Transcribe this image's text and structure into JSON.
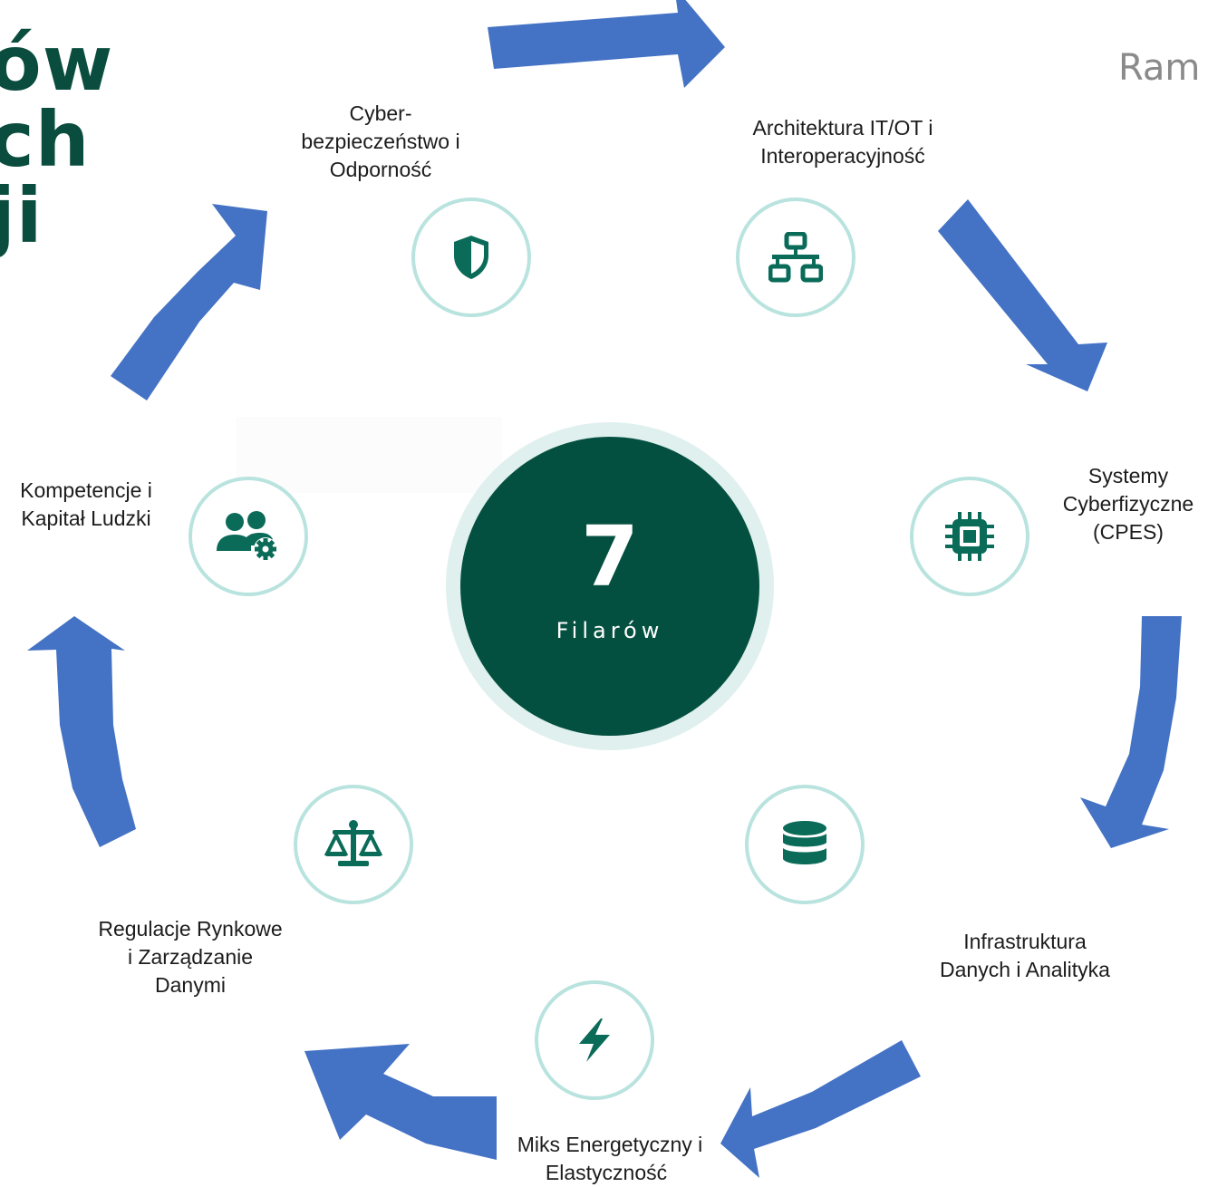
{
  "title_fragment": "ów\nch\nji",
  "subtitle_fragment": "Ram",
  "center": {
    "number": "7",
    "label": "Filarów"
  },
  "pillars": [
    {
      "name": "cybersecurity",
      "label": "Cyber-\nbezpieczeństwo i\nOdporność",
      "icon": "shield-icon"
    },
    {
      "name": "it-ot-architecture",
      "label": "Architektura IT/OT i\nInteroperacyjność",
      "icon": "network-icon"
    },
    {
      "name": "cpes",
      "label": "Systemy\nCyberfizyczne\n(CPES)",
      "icon": "chip-icon"
    },
    {
      "name": "data-infrastructure",
      "label": "Infrastruktura\nDanych i Analityka",
      "icon": "database-icon"
    },
    {
      "name": "energy-mix",
      "label": "Miks Energetyczny i\nElastyczność",
      "icon": "lightning-icon"
    },
    {
      "name": "market-regulation",
      "label": "Regulacje Rynkowe\ni Zarządzanie\nDanymi",
      "icon": "scales-icon"
    },
    {
      "name": "competences",
      "label": "Kompetencje i\nKapitał Ludzki",
      "icon": "people-gear-icon"
    }
  ],
  "colors": {
    "title": "#0a4d3f",
    "center_fill": "#045040",
    "center_ring": "#dff0ee",
    "icon_ring": "#b9e3de",
    "icon": "#0a6b58",
    "arrow": "#4472c4"
  }
}
